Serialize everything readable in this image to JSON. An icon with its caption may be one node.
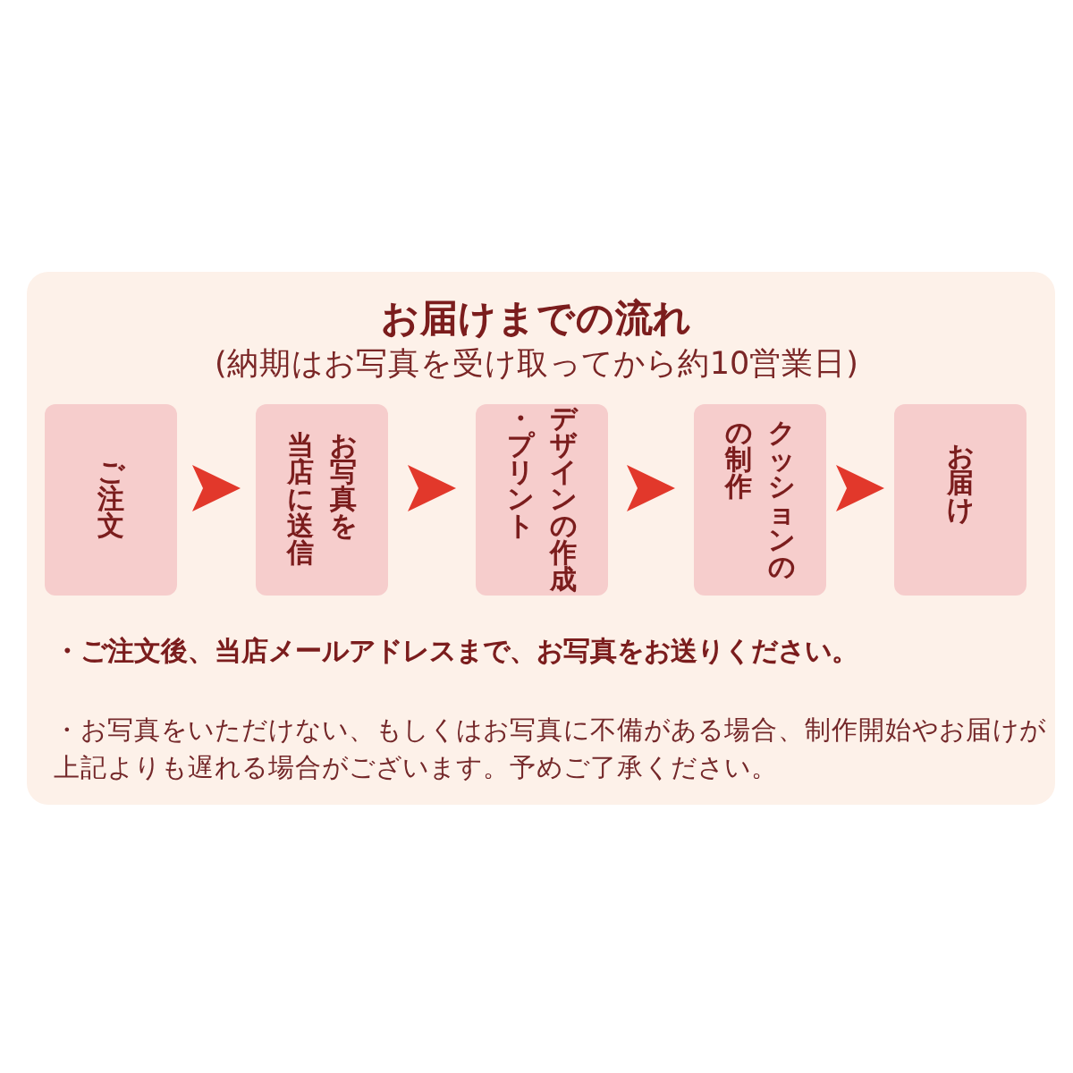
{
  "diagram": {
    "title": "お届けまでの流れ",
    "nodes": [
      {
        "text": [
          "ご注文"
        ]
      },
      {
        "text": [
          "お写真を当店に送信"
        ]
      },
      {
        "text": [
          "デザインの作成・プリント"
        ]
      },
      {
        "text": [
          "クッションのの制作"
        ]
      },
      {
        "text": [
          "お届け"
        ]
      }
    ],
    "edges": [
      {
        "from": 0,
        "to": 1,
        "arrow": "to"
      },
      {
        "from": 1,
        "to": 2,
        "arrow": "to"
      },
      {
        "from": 2,
        "to": 3,
        "arrow": "to"
      },
      {
        "from": 3,
        "to": 4,
        "arrow": "to"
      }
    ],
    "labels": [
      "(納期はお写真を受け取ってから約10営業日)",
      "・ご注文後、当店メールアドレスまで、お写真をお送りください。",
      "・お写真をいただけない、もしくはお写真に不備がある場合、制作開始やお届けが上記よりも遅れる場合がございます。予めご了承ください。"
    ]
  }
}
